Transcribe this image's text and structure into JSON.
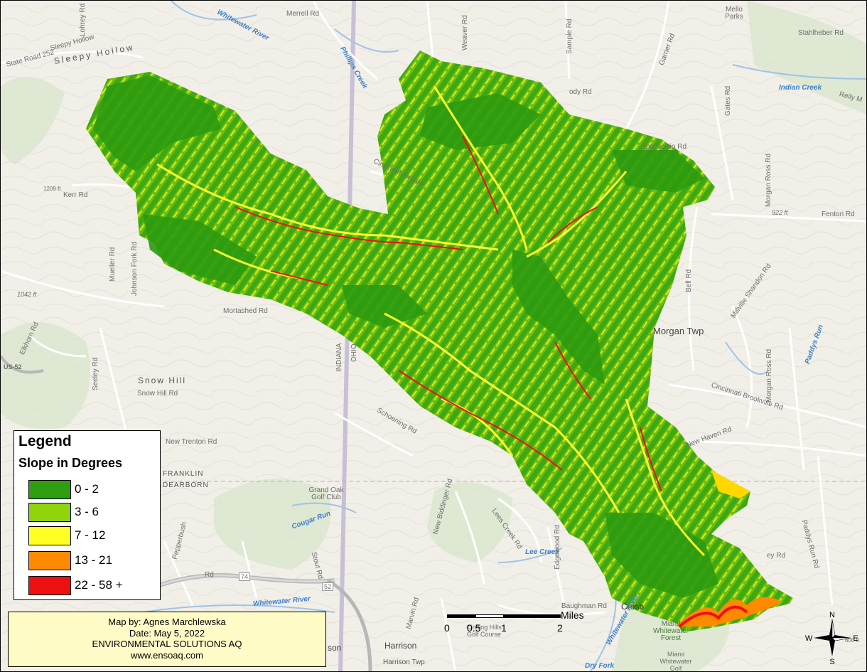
{
  "legend": {
    "title": "Legend",
    "subtitle": "Slope in Degrees",
    "classes": [
      {
        "label": "0 - 2",
        "color": "#2f9e12"
      },
      {
        "label": "3 - 6",
        "color": "#8fd40c"
      },
      {
        "label": "7 - 12",
        "color": "#ffff22"
      },
      {
        "label": "13 - 21",
        "color": "#ff8a00"
      },
      {
        "label": "22 - 58 +",
        "color": "#ee1010"
      }
    ]
  },
  "credit": {
    "author": "Map by: Agnes Marchlewska",
    "date": "Date: May 5, 2022",
    "org": "ENVIRONMENTAL SOLUTIONS AQ",
    "website": "www.ensoaq.com"
  },
  "scalebar": {
    "unit": "Miles",
    "ticks": [
      "0",
      "0.5",
      "1",
      "2"
    ]
  },
  "compass": {
    "n": "N",
    "s": "S",
    "e": "E",
    "w": "W"
  },
  "basemap_labels": {
    "merrell_rd": "Merrell Rd",
    "whitewater_river_top": "Whitewater River",
    "sleepy_hollow_small": "Sleepy Hollow",
    "sleepy_hollow": "Sleepy Hollow",
    "state_road_252": "State Road 252",
    "lohrey_rd": "Lohrey Rd",
    "phillips_creek": "Phillips Creek",
    "weaver_rd": "Weaver Rd",
    "sample_rd": "Sample Rd",
    "garner_rd": "Garner Rd",
    "stahlheber_rd": "Stahlheber Rd",
    "mello_parks": "Mello Parks",
    "indian_creek": "Indian Creek",
    "reily_m": "Reily M",
    "gates_rd": "Gates Rd",
    "ody_rd": "ody Rd",
    "ton_scipio_rd": "ton-Scipio Rd",
    "cincinnati_brookv_top": "Cincinnati Brookv",
    "kerr_rd": "Kerr Rd",
    "elev_1209": "1209 ft",
    "morgan_ross_rd_top": "Morgan Ross Rd",
    "elev_922": "922 ft",
    "fenton_rd": "Fenton Rd",
    "johnson_fork_rd": "Johnson Fork Rd",
    "mueller_rd": "Mueller Rd",
    "elev_1042": "1042 ft",
    "mortashed_rd": "Mortashed Rd",
    "bell_rd": "Bell Rd",
    "millville_shandon_rd": "Millville Shandon Rd",
    "morgan_twp": "Morgan Twp",
    "indiana": "INDIANA",
    "ohio": "OHIO",
    "elkhorn_rd": "Elkhorn Rd",
    "us_52": "US-52",
    "seeley_rd": "Seeley Rd",
    "snow_hill": "Snow Hill",
    "snow_hill_rd": "Snow Hill Rd",
    "paddys_run_top": "Paddys Run",
    "morgan_ross_rd_mid": "Morgan Ross Rd",
    "cincinnati_brookville_rd": "Cincinnati Brookville Rd",
    "schoening_rd": "Schoening Rd",
    "new_trenton_rd": "New Trenton Rd",
    "new_haven_rd": "New Haven Rd",
    "franklin": "FRANKLIN",
    "dearborn": "DEARBORN",
    "grand_oak_golf_club": "Grand Oak Golf Club",
    "cougar_run": "Cougar Run",
    "new_biddinger_rd": "New Biddinger Rd",
    "lees_creek_rd": "Lees Creek Rd",
    "lee_creek": "Lee Creek",
    "edgewood_rd": "Edgewood Rd",
    "paddys_run_rd": "Paddys Run Rd",
    "ey_rd": "ey Rd",
    "stout_rd": "Stout Rd",
    "pepperbush": "Pepperbush",
    "rd": "Rd",
    "sr_74": "74",
    "us_52_shield": "52",
    "baughman_rd": "Baughman Rd",
    "crosb": "Crosb",
    "whitewater_river_mid": "Whitewater River",
    "marvin_rd": "Marvin Rd",
    "circling_hills_golf_course": "Circling Hills Golf Course",
    "harrison": "Harrison",
    "harrison_twp": "Harrison Twp",
    "whitewater_river_right": "Whitewater River",
    "miami_whitewater_forest": "Miami Whitewater Forest",
    "miami_whitewater_golf": "Miami Whitewater Golf",
    "dry_fork": "Dry Fork",
    "elev_600": "600 ft",
    "son": "son"
  }
}
